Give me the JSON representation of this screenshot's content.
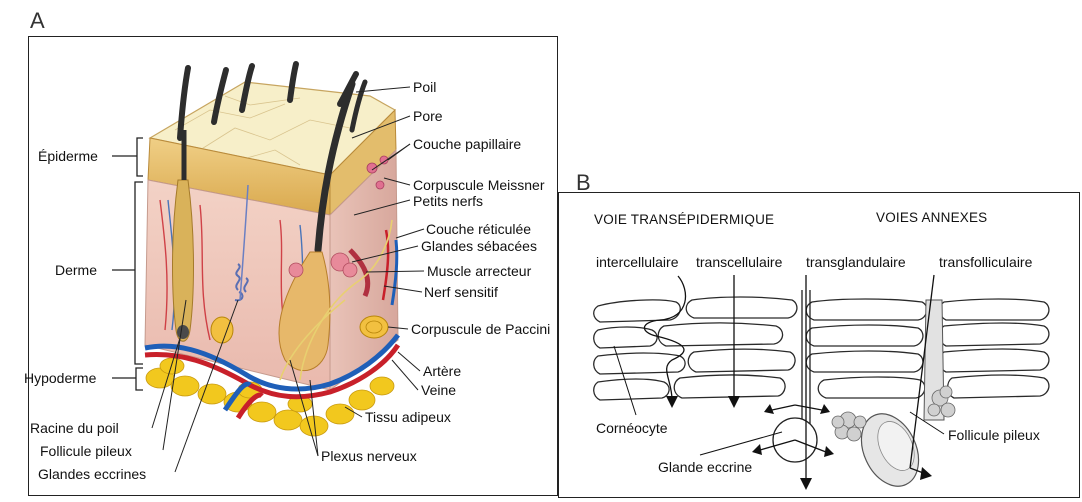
{
  "panelA": {
    "letter": "A",
    "labels": {
      "epiderme": "Épiderme",
      "derme": "Derme",
      "hypoderme": "Hypoderme",
      "racine": "Racine du poil",
      "follicule": "Follicule pileux",
      "glandes_eccrines": "Glandes eccrines",
      "poil": "Poil",
      "pore": "Pore",
      "couche_papillaire": "Couche papillaire",
      "meissner": "Corpuscule Meissner",
      "petits_nerfs": "Petits nerfs",
      "couche_reticulee": "Couche réticulée",
      "glandes_sebacees": "Glandes sébacées",
      "muscle_arrecteur": "Muscle arrecteur",
      "nerf_sensitif": "Nerf sensitif",
      "paccini": "Corpuscule de Paccini",
      "artere": "Artère",
      "veine": "Veine",
      "tissu_adipeux": "Tissu adipeux",
      "plexus": "Plexus nerveux"
    },
    "colors": {
      "artery": "#c8202a",
      "vein": "#1f5fb8",
      "fat": "#f2c81e",
      "epidermis": "#e8c878"
    }
  },
  "panelB": {
    "letter": "B",
    "headers": {
      "left": "VOIE TRANSÉPIDERMIQUE",
      "right": "VOIES ANNEXES"
    },
    "labels": {
      "intercellulaire": "intercellulaire",
      "transcellulaire": "transcellulaire",
      "transglandulaire": "transglandulaire",
      "transfolliculaire": "transfolliculaire",
      "corneocyte": "Cornéocyte",
      "glande_eccrine": "Glande eccrine",
      "follicule": "Follicule pileux"
    }
  }
}
